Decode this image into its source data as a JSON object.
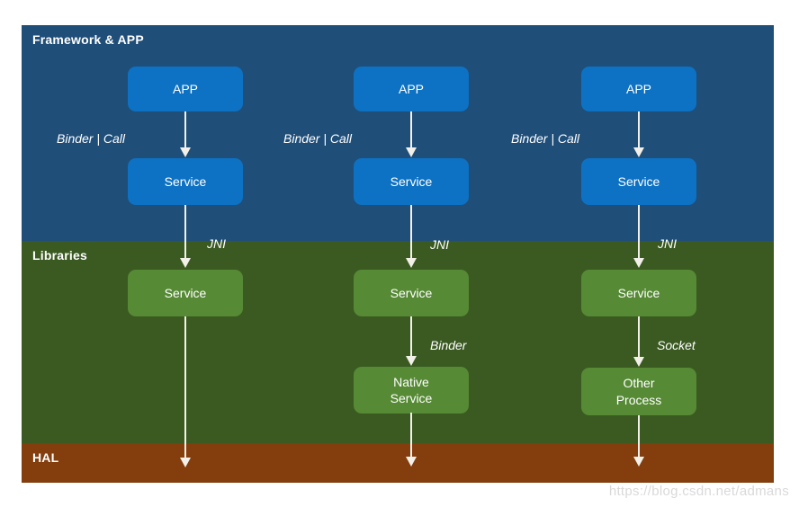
{
  "bands": {
    "framework": {
      "label": "Framework & APP"
    },
    "libraries": {
      "label": "Libraries"
    },
    "hal": {
      "label": "HAL"
    }
  },
  "columns": [
    {
      "app": "APP",
      "service_framework": "Service",
      "service_library": "Service",
      "label_app_service": "Binder | Call",
      "label_jni": "JNI"
    },
    {
      "app": "APP",
      "service_framework": "Service",
      "service_library": "Service",
      "bottom_box": "Native\nService",
      "label_app_service": "Binder | Call",
      "label_jni": "JNI",
      "label_bottom": "Binder"
    },
    {
      "app": "APP",
      "service_framework": "Service",
      "service_library": "Service",
      "bottom_box": "Other\nProcess",
      "label_app_service": "Binder | Call",
      "label_jni": "JNI",
      "label_bottom": "Socket"
    }
  ],
  "watermark": "https://blog.csdn.net/admans",
  "colors": {
    "framework_band": "#1F4E79",
    "libraries_band": "#3A5A21",
    "hal_band": "#843D0D",
    "blue_box": "#0D72C3",
    "green_box": "#568A35",
    "arrow": "#F2F0E8",
    "watermark": "#D9D9D9"
  }
}
